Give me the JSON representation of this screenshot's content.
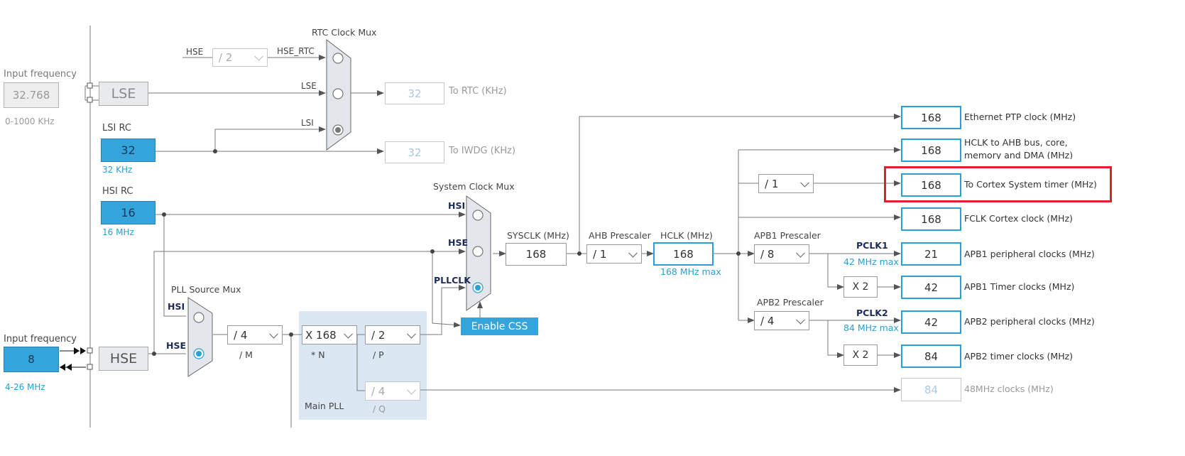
{
  "input_lse": {
    "title": "Input frequency",
    "value": "32.768",
    "range": "0-1000 KHz"
  },
  "input_hse": {
    "title": "Input frequency",
    "value": "8",
    "range": "4-26 MHz"
  },
  "lse": {
    "label": "LSE"
  },
  "hse": {
    "label": "HSE"
  },
  "lsi_rc": {
    "title": "LSI RC",
    "value": "32",
    "freq": "32 KHz"
  },
  "hsi_rc": {
    "title": "HSI RC",
    "value": "16",
    "freq": "16 MHz"
  },
  "rtc_mux": {
    "title": "RTC Clock Mux",
    "in_hse": "HSE",
    "div": "/ 2",
    "hse_rtc": "HSE_RTC",
    "in_lse": "LSE",
    "in_lsi": "LSI",
    "selected": "LSI"
  },
  "rtc_out": {
    "value": "32",
    "label": "To RTC (KHz)"
  },
  "iwdg_out": {
    "value": "32",
    "label": "To IWDG (KHz)"
  },
  "sysclk_mux": {
    "title": "System Clock Mux",
    "in_hsi": "HSI",
    "in_hse": "HSE",
    "in_pll": "PLLCLK",
    "selected": "PLLCLK"
  },
  "pll_src_mux": {
    "title": "PLL Source Mux",
    "in_hsi": "HSI",
    "in_hse": "HSE",
    "selected": "HSE"
  },
  "pll": {
    "m_value": "/ 4",
    "m_label": "/ M",
    "n_value": "X 168",
    "n_label": "* N",
    "p_value": "/ 2",
    "p_label": "/ P",
    "q_value": "/ 4",
    "q_label": "/ Q",
    "title": "Main PLL"
  },
  "enable_css": "Enable CSS",
  "sysclk": {
    "label": "SYSCLK (MHz)",
    "value": "168"
  },
  "ahb": {
    "label": "AHB Prescaler",
    "value": "/ 1"
  },
  "hclk": {
    "label": "HCLK (MHz)",
    "value": "168",
    "max": "168 MHz max"
  },
  "cortex_div": {
    "value": "/ 1"
  },
  "apb1": {
    "label": "APB1 Prescaler",
    "value": "/ 8",
    "pclk": "PCLK1",
    "max": "42 MHz max",
    "timer_mult": "X 2"
  },
  "apb2": {
    "label": "APB2 Prescaler",
    "value": "/ 4",
    "pclk": "PCLK2",
    "max": "84 MHz max",
    "timer_mult": "X 2"
  },
  "outputs": [
    {
      "value": "168",
      "label": "Ethernet PTP clock (MHz)"
    },
    {
      "value": "168",
      "label": "HCLK to AHB bus, core,",
      "label2": "memory and DMA (MHz)"
    },
    {
      "value": "168",
      "label": "To Cortex System timer (MHz)"
    },
    {
      "value": "168",
      "label": "FCLK Cortex clock (MHz)"
    },
    {
      "value": "21",
      "label": "APB1 peripheral clocks (MHz)"
    },
    {
      "value": "42",
      "label": "APB1 Timer clocks (MHz)"
    },
    {
      "value": "42",
      "label": "APB2 peripheral clocks (MHz)"
    },
    {
      "value": "84",
      "label": "APB2 timer clocks (MHz)"
    },
    {
      "value": "84",
      "label": "48MHz clocks (MHz)"
    }
  ],
  "colors": {
    "accent": "#33a4dc",
    "highlight": "#e0202a",
    "pll_bg": "#dbe8f4",
    "label_dark": "#1d2a5c"
  }
}
